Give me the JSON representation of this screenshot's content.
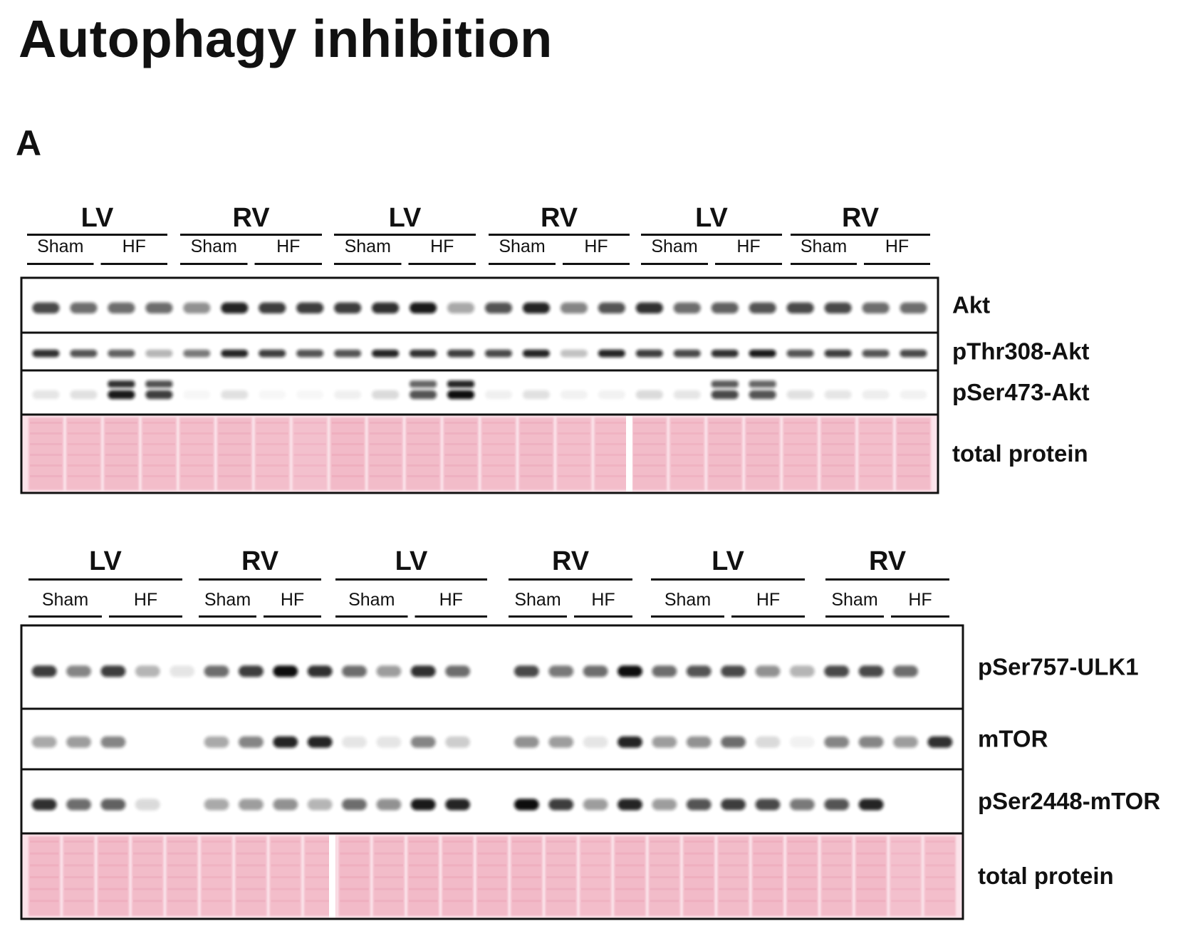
{
  "figure": {
    "title": "Autophagy inhibition",
    "panel_letter": "A",
    "tint_color": "#f2b8c6",
    "band_color": "#111111"
  },
  "blots": [
    {
      "groups": [
        {
          "label": "LV",
          "conditions": [
            "Sham",
            "HF"
          ]
        },
        {
          "label": "RV",
          "conditions": [
            "Sham",
            "HF"
          ]
        },
        {
          "label": "LV",
          "conditions": [
            "Sham",
            "HF"
          ]
        },
        {
          "label": "RV",
          "conditions": [
            "Sham",
            "HF"
          ]
        },
        {
          "label": "LV",
          "conditions": [
            "Sham",
            "HF"
          ]
        },
        {
          "label": "RV",
          "conditions": [
            "Sham",
            "HF"
          ]
        }
      ],
      "rows": [
        {
          "label": "Akt",
          "type": "band",
          "intensities": [
            0.75,
            0.6,
            0.6,
            0.6,
            0.45,
            0.9,
            0.8,
            0.8,
            0.8,
            0.85,
            0.95,
            0.35,
            0.7,
            0.9,
            0.5,
            0.7,
            0.85,
            0.6,
            0.65,
            0.7,
            0.75,
            0.75,
            0.6,
            0.6
          ]
        },
        {
          "label": "pThr308-Akt",
          "type": "band",
          "intensities": [
            0.85,
            0.7,
            0.65,
            0.3,
            0.55,
            0.9,
            0.8,
            0.7,
            0.7,
            0.9,
            0.85,
            0.8,
            0.75,
            0.9,
            0.25,
            0.9,
            0.8,
            0.75,
            0.85,
            0.95,
            0.7,
            0.8,
            0.7,
            0.75
          ]
        },
        {
          "label": "pSer473-Akt",
          "type": "band",
          "intensities": [
            0.1,
            0.12,
            0.95,
            0.8,
            0.03,
            0.12,
            0.03,
            0.03,
            0.06,
            0.15,
            0.7,
            1.0,
            0.06,
            0.12,
            0.05,
            0.05,
            0.15,
            0.1,
            0.75,
            0.7,
            0.12,
            0.1,
            0.07,
            0.05
          ]
        },
        {
          "label": "total protein",
          "type": "stain",
          "intensities": [
            0.85,
            0.8,
            0.85,
            0.8,
            0.8,
            0.85,
            0.75,
            0.7,
            0.9,
            0.85,
            0.85,
            0.85,
            0.8,
            0.85,
            0.75,
            0.8,
            0.85,
            0.8,
            0.85,
            0.85,
            0.8,
            0.85,
            0.75,
            0.85
          ]
        }
      ]
    },
    {
      "groups": [
        {
          "label": "LV",
          "conditions": [
            "Sham",
            "HF"
          ]
        },
        {
          "label": "RV",
          "conditions": [
            "Sham",
            "HF"
          ]
        },
        {
          "label": "LV",
          "conditions": [
            "Sham",
            "HF"
          ]
        },
        {
          "label": "RV",
          "conditions": [
            "Sham",
            "HF"
          ]
        },
        {
          "label": "LV",
          "conditions": [
            "Sham",
            "HF"
          ]
        },
        {
          "label": "RV",
          "conditions": [
            "Sham",
            "HF"
          ]
        }
      ],
      "rows": [
        {
          "label": "pSer757-ULK1",
          "type": "band",
          "intensities": [
            0.8,
            0.5,
            0.8,
            0.3,
            0.1,
            0.6,
            0.8,
            1.0,
            0.85,
            0.6,
            0.4,
            0.85,
            0.6,
            0.0,
            0.75,
            0.55,
            0.6,
            1.0,
            0.6,
            0.7,
            0.75,
            0.45,
            0.3,
            0.75,
            0.75,
            0.6,
            0.0
          ]
        },
        {
          "label": "mTOR",
          "type": "band",
          "intensities": [
            0.35,
            0.4,
            0.5,
            0.0,
            0.0,
            0.35,
            0.5,
            0.9,
            0.9,
            0.1,
            0.1,
            0.5,
            0.2,
            0.0,
            0.45,
            0.4,
            0.1,
            0.9,
            0.4,
            0.45,
            0.6,
            0.15,
            0.05,
            0.5,
            0.5,
            0.4,
            0.85
          ]
        },
        {
          "label": "pSer2448-mTOR",
          "type": "band",
          "intensities": [
            0.85,
            0.6,
            0.65,
            0.15,
            0.0,
            0.35,
            0.4,
            0.45,
            0.3,
            0.6,
            0.45,
            0.95,
            0.9,
            0.0,
            1.0,
            0.8,
            0.4,
            0.9,
            0.4,
            0.7,
            0.8,
            0.75,
            0.55,
            0.7,
            0.9,
            0.0,
            0.0
          ]
        },
        {
          "label": "total protein",
          "type": "stain",
          "intensities": [
            0.9,
            0.85,
            0.9,
            0.85,
            0.85,
            0.8,
            0.85,
            0.8,
            0.8,
            0.9,
            0.85,
            0.9,
            0.9,
            0.9,
            0.9,
            0.85,
            0.8,
            0.9,
            0.85,
            0.9,
            0.85,
            0.9,
            0.9,
            0.85,
            0.9,
            0.7,
            0.75
          ]
        }
      ]
    }
  ]
}
